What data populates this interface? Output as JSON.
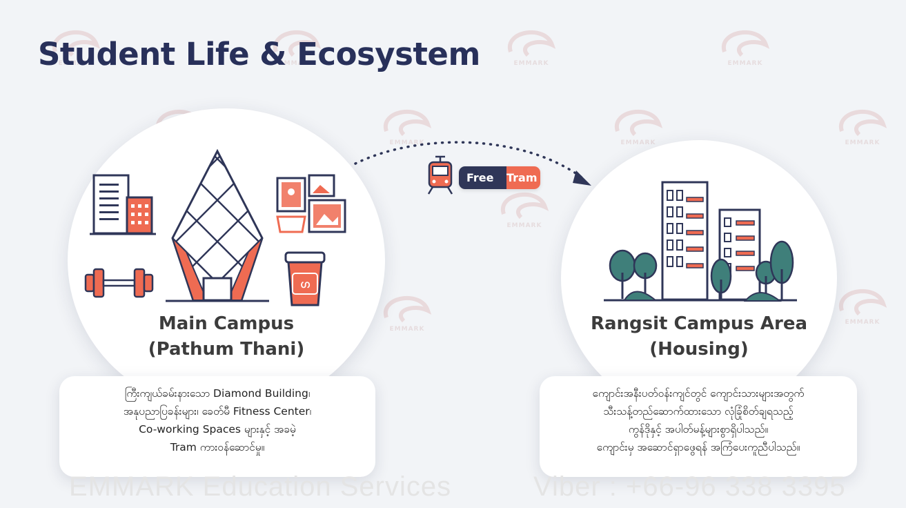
{
  "title": "Student Life & Ecosystem",
  "watermark": {
    "brand": "EMMARK",
    "icon": "emmark-logo-icon"
  },
  "connector": {
    "badge_free": "Free",
    "badge_tram": "Tram",
    "icon": "tram-icon"
  },
  "main_campus": {
    "name_line1": "Main Campus",
    "name_line2": "(Pathum Thani)",
    "icons": [
      "office-building-icon",
      "diamond-building-icon",
      "gallery-frames-icon",
      "dumbbell-icon",
      "coffee-cup-icon"
    ],
    "description": [
      "ကြီးကျယ်ခမ်းနားသော Diamond Building၊",
      "အနုပညာပြခန်းများ၊ ခေတ်မီ Fitness Center၊",
      "Co-working Spaces များနှင့် အခမဲ့",
      "Tram ကားဝန်ဆောင်မှု။"
    ]
  },
  "rangsit_campus": {
    "name_line1": "Rangsit Campus Area",
    "name_line2": "(Housing)",
    "icons": [
      "apartment-building-icon",
      "tree-icon"
    ],
    "description": [
      "ကျောင်းအနီးပတ်ဝန်းကျင်တွင် ကျောင်းသားများအတွက်",
      "သီးသန့်တည်ဆောက်ထားသော လုံခြုံစိတ်ချရသည့်",
      "ကွန်ဒိုနှင့် အပါတ်မန့်များစွာရှိပါသည်။",
      "ကျောင်းမှ အဆောင်ရှာဖွေရန် အကြံပေးကူညီပါသည်။"
    ]
  },
  "footer": {
    "left": "EMMARK Education Services",
    "right": "Viber :  +66-96 338 3395"
  },
  "colors": {
    "navy": "#28305a",
    "coral": "#ef6b52",
    "teal": "#3f7f7a",
    "background": "#f2f4f7"
  }
}
